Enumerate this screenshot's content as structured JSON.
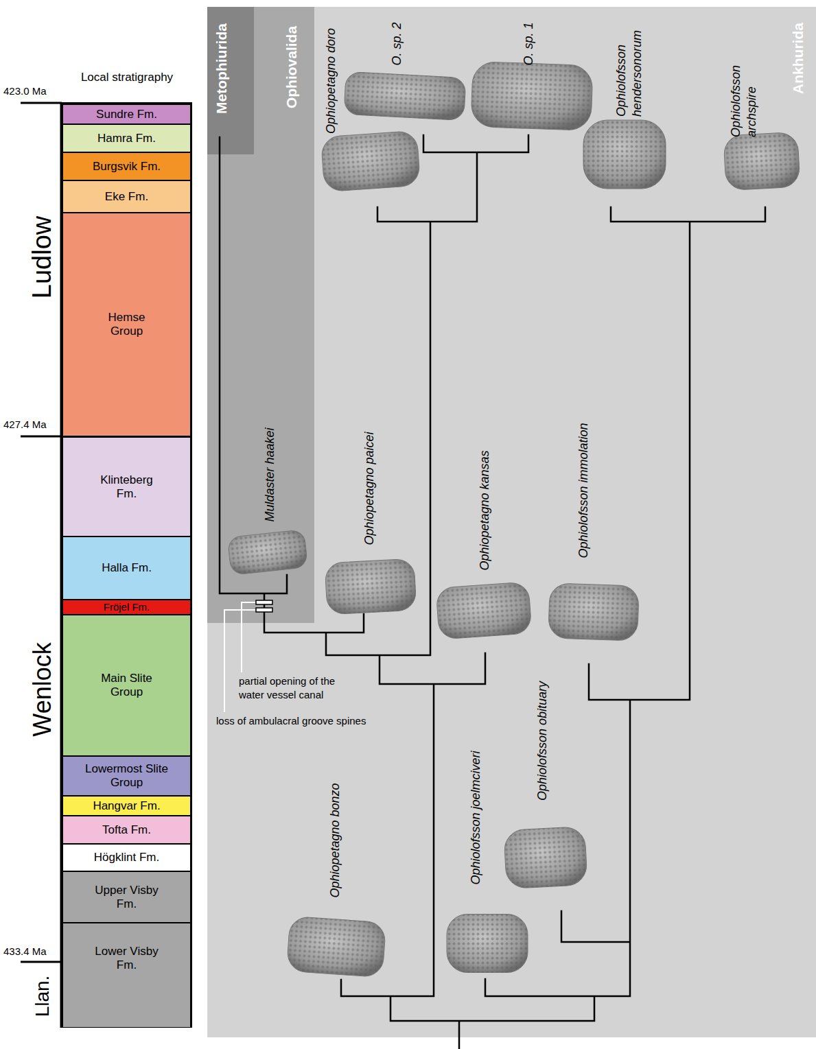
{
  "diagram": {
    "nodes": [
      {
        "text": [
          "Sundre Fm."
        ]
      },
      {
        "text": [
          "Hamra Fm."
        ]
      },
      {
        "text": [
          "Burgsvik Fm."
        ]
      },
      {
        "text": [
          "Eke Fm."
        ]
      },
      {
        "text": [
          "Hemse Group"
        ]
      },
      {
        "text": [
          "Klinteberg Fm."
        ]
      },
      {
        "text": [
          "Halla Fm."
        ]
      },
      {
        "text": [
          "Fröjel Fm."
        ]
      },
      {
        "text": [
          "Main Slite Group"
        ]
      },
      {
        "text": [
          "Lowermost Slite Group"
        ]
      },
      {
        "text": [
          "Hangvar Fm."
        ]
      },
      {
        "text": [
          "Tofta Fm."
        ]
      },
      {
        "text": [
          "Högklint Fm."
        ]
      },
      {
        "text": [
          "Upper Visby Fm."
        ]
      },
      {
        "text": [
          "Lower Visby Fm."
        ]
      },
      {
        "text": [
          "Ankhurida"
        ]
      },
      {
        "text": [
          "Ophiovalida"
        ],
        "in": 15
      },
      {
        "text": [
          "Metophiurida"
        ],
        "in": 16
      }
    ],
    "labels": [
      "Local stratigraphy",
      "423.0 Ma",
      "427.4 Ma",
      "433.4 Ma",
      "Ludlow",
      "Wenlock",
      "Llan.",
      "Ophiopetagno doro",
      "O. sp. 2",
      "O. sp. 1",
      "Ophiolofsson hendersonorum",
      "Ophiolofsson archspire",
      "Muldaster haakei",
      "Ophiopetagno paicei",
      "Ophiopetagno kansas",
      "Ophiolofsson immolation",
      "partial opening of the water vessel canal",
      "loss of ambulacral groove spines",
      "Ophiolofsson obituary",
      "Ophiopetagno bonzo",
      "Ophiolofsson joelmciveri"
    ]
  }
}
